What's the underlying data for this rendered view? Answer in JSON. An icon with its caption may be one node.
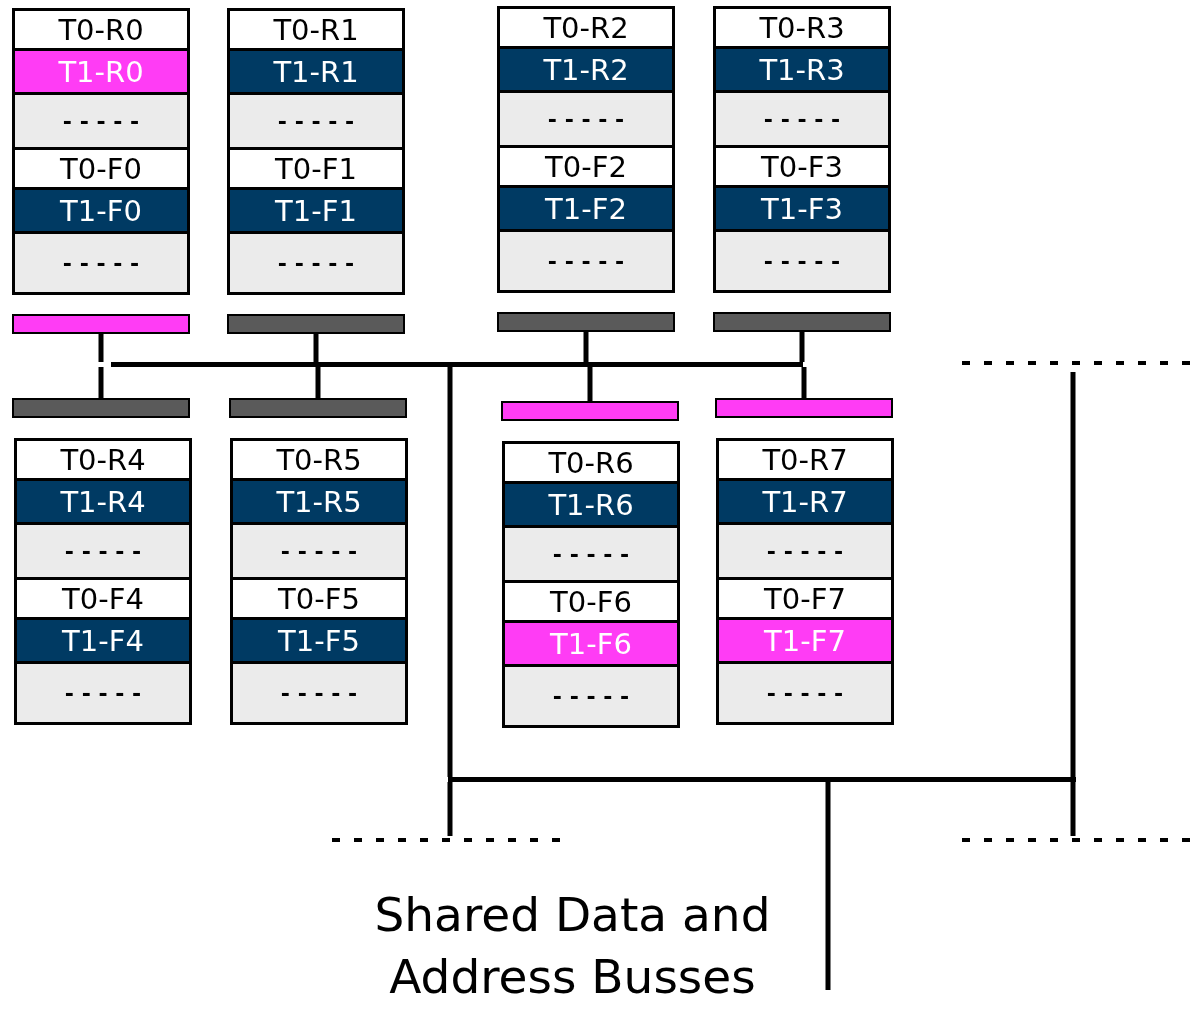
{
  "diagram": {
    "nodes": [
      {
        "text": [],
        "shape": "box"
      },
      {
        "text": [
          "T0-R0"
        ],
        "in": 0
      },
      {
        "text": [
          "T1-R0"
        ],
        "in": 0
      },
      {
        "text": [
          "- - - - -"
        ],
        "in": 0
      },
      {
        "text": [
          "T0-F0"
        ],
        "in": 0
      },
      {
        "text": [
          "T1-F0"
        ],
        "in": 0
      },
      {
        "text": [
          "- - - - -"
        ],
        "in": 0
      },
      {
        "text": [],
        "shape": "box"
      },
      {
        "text": [
          "T0-R1"
        ],
        "in": 7
      },
      {
        "text": [
          "T1-R1"
        ],
        "in": 7
      },
      {
        "text": [
          "- - - - -"
        ],
        "in": 7
      },
      {
        "text": [
          "T0-F1"
        ],
        "in": 7
      },
      {
        "text": [
          "T1-F1"
        ],
        "in": 7
      },
      {
        "text": [
          "- - - - -"
        ],
        "in": 7
      },
      {
        "text": [],
        "shape": "box"
      },
      {
        "text": [
          "T0-R2"
        ],
        "in": 14
      },
      {
        "text": [
          "T1-R2"
        ],
        "in": 14
      },
      {
        "text": [
          "- - - - -"
        ],
        "in": 14
      },
      {
        "text": [
          "T0-F2"
        ],
        "in": 14
      },
      {
        "text": [
          "T1-F2"
        ],
        "in": 14
      },
      {
        "text": [
          "- - - - -"
        ],
        "in": 14
      },
      {
        "text": [],
        "shape": "box"
      },
      {
        "text": [
          "T0-R3"
        ],
        "in": 21
      },
      {
        "text": [
          "T1-R3"
        ],
        "in": 21
      },
      {
        "text": [
          "- - - - -"
        ],
        "in": 21
      },
      {
        "text": [
          "T0-F3"
        ],
        "in": 21
      },
      {
        "text": [
          "T1-F3"
        ],
        "in": 21
      },
      {
        "text": [
          "- - - - -"
        ],
        "in": 21
      },
      {
        "text": [],
        "shape": "bar"
      },
      {
        "text": [],
        "shape": "bar"
      },
      {
        "text": [],
        "shape": "bar"
      },
      {
        "text": [],
        "shape": "bar"
      },
      {
        "text": [],
        "shape": "bar"
      },
      {
        "text": [],
        "shape": "bar"
      },
      {
        "text": [],
        "shape": "bar"
      },
      {
        "text": [],
        "shape": "bar"
      },
      {
        "text": [],
        "shape": "bar"
      },
      {
        "text": [],
        "shape": "box"
      },
      {
        "text": [
          "T0-R4"
        ],
        "in": 37
      },
      {
        "text": [
          "T1-R4"
        ],
        "in": 37
      },
      {
        "text": [
          "- - - - -"
        ],
        "in": 37
      },
      {
        "text": [
          "T0-F4"
        ],
        "in": 37
      },
      {
        "text": [
          "T1-F4"
        ],
        "in": 37
      },
      {
        "text": [
          "- - - - -"
        ],
        "in": 37
      },
      {
        "text": [],
        "shape": "box"
      },
      {
        "text": [
          "T0-R5"
        ],
        "in": 44
      },
      {
        "text": [
          "T1-R5"
        ],
        "in": 44
      },
      {
        "text": [
          "- - - - -"
        ],
        "in": 44
      },
      {
        "text": [
          "T0-F5"
        ],
        "in": 44
      },
      {
        "text": [
          "T1-F5"
        ],
        "in": 44
      },
      {
        "text": [
          "- - - - -"
        ],
        "in": 44
      },
      {
        "text": [],
        "shape": "box"
      },
      {
        "text": [
          "T0-R6"
        ],
        "in": 51
      },
      {
        "text": [
          "T1-R6"
        ],
        "in": 51
      },
      {
        "text": [
          "- - - - -"
        ],
        "in": 51
      },
      {
        "text": [
          "T0-F6"
        ],
        "in": 51
      },
      {
        "text": [
          "T1-F6"
        ],
        "in": 51
      },
      {
        "text": [
          "- - - - -"
        ],
        "in": 51
      },
      {
        "text": [],
        "shape": "box"
      },
      {
        "text": [
          "T0-R7"
        ],
        "in": 58
      },
      {
        "text": [
          "T1-R7"
        ],
        "in": 58
      },
      {
        "text": [
          "- - - - -"
        ],
        "in": 58
      },
      {
        "text": [
          "T0-F7"
        ],
        "in": 58
      },
      {
        "text": [
          "T1-F7"
        ],
        "in": 58
      },
      {
        "text": [
          "- - - - -"
        ],
        "in": 58
      },
      {
        "text": [],
        "shape": "bar"
      }
    ],
    "edges": [
      {
        "from": 28,
        "to": 32,
        "arrow": "none"
      },
      {
        "from": 29,
        "to": 32,
        "arrow": "none"
      },
      {
        "from": 30,
        "to": 32,
        "arrow": "none"
      },
      {
        "from": 31,
        "to": 32,
        "arrow": "none"
      },
      {
        "from": 33,
        "to": 32,
        "arrow": "none"
      },
      {
        "from": 34,
        "to": 32,
        "arrow": "none"
      },
      {
        "from": 35,
        "to": 32,
        "arrow": "none"
      },
      {
        "from": 36,
        "to": 32,
        "arrow": "none"
      },
      {
        "from": 32,
        "to": 65,
        "arrow": "none"
      }
    ],
    "labels": [
      "Shared Data and Address Busses"
    ]
  }
}
